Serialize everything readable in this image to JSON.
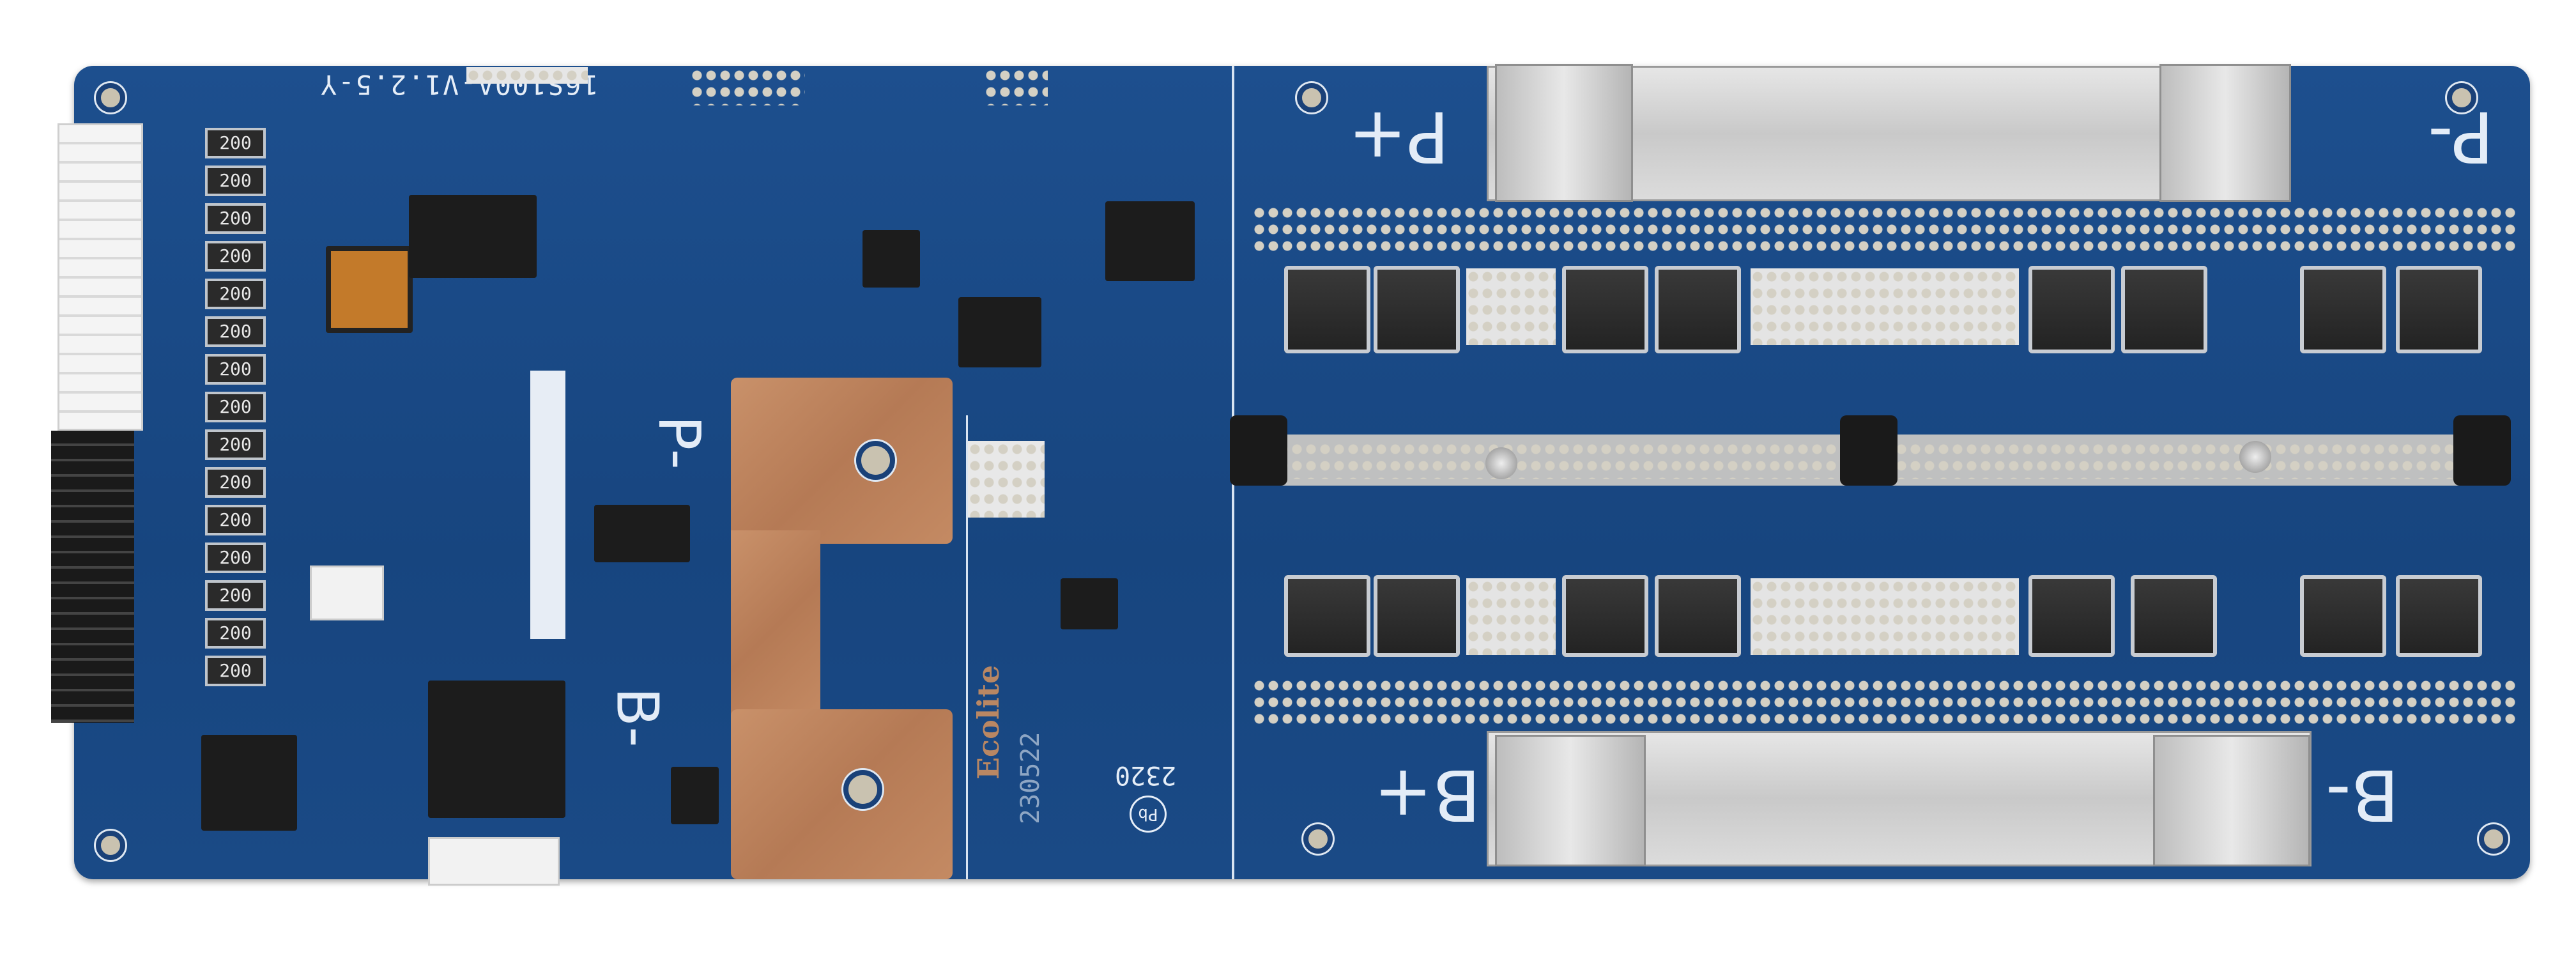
{
  "board": {
    "model_label": "16S100A-V1.2.5-Y",
    "terminals": {
      "p_plus": "P+",
      "p_minus": "P-",
      "b_plus": "B+",
      "b_minus": "B-",
      "p_minus_copper": "P-"
    },
    "brand": "Ecolite",
    "date_code": "230522",
    "code": "2320",
    "resistor_marking": "200",
    "resistor_count": 15,
    "lead_free_mark": "Pb",
    "colors": {
      "pcb": "#1d4f8e",
      "copper": "#c48a63",
      "aluminium": "#d8d8d8"
    }
  }
}
